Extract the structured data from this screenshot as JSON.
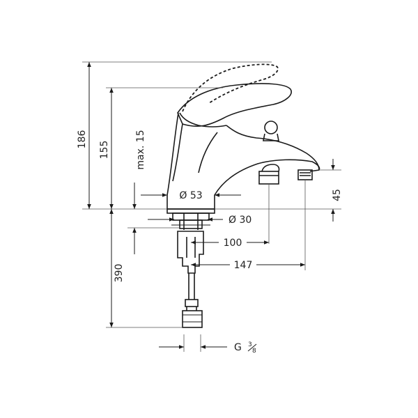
{
  "dimensions": {
    "total_height": "186",
    "lever_height": "155",
    "max_thickness": "max. 15",
    "base_diameter": "Ø 53",
    "hole_diameter": "Ø 30",
    "spout_height": "45",
    "diverter_reach": "100",
    "spout_reach": "147",
    "hose_length": "390",
    "thread_prefix": "G",
    "thread_num": "3",
    "thread_den": "8"
  },
  "colors": {
    "line": "#1a1a1a",
    "background": "#ffffff"
  }
}
